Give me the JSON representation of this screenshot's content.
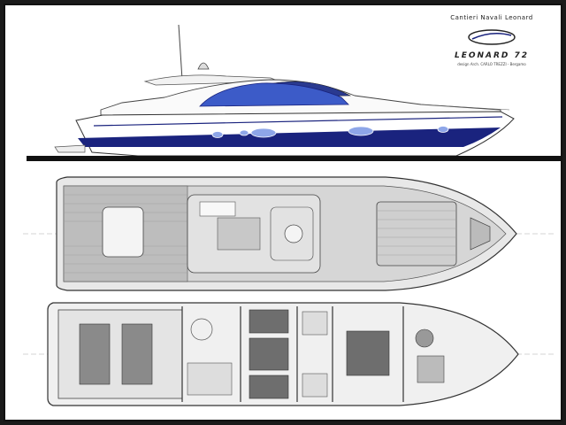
{
  "header": {
    "shipyard": "Cantieri Navali Leonard",
    "logo_text": "LEONARD",
    "model": "LEONARD 72",
    "design_credit": "design Arch. CARLO TREZZI - Bergamo"
  },
  "colors": {
    "hull_stripe": "#1a237e",
    "window_blue": "#3c5bc8",
    "deck_line": "#555555"
  },
  "views": [
    "side-profile",
    "deck-plan",
    "interior-layout"
  ]
}
